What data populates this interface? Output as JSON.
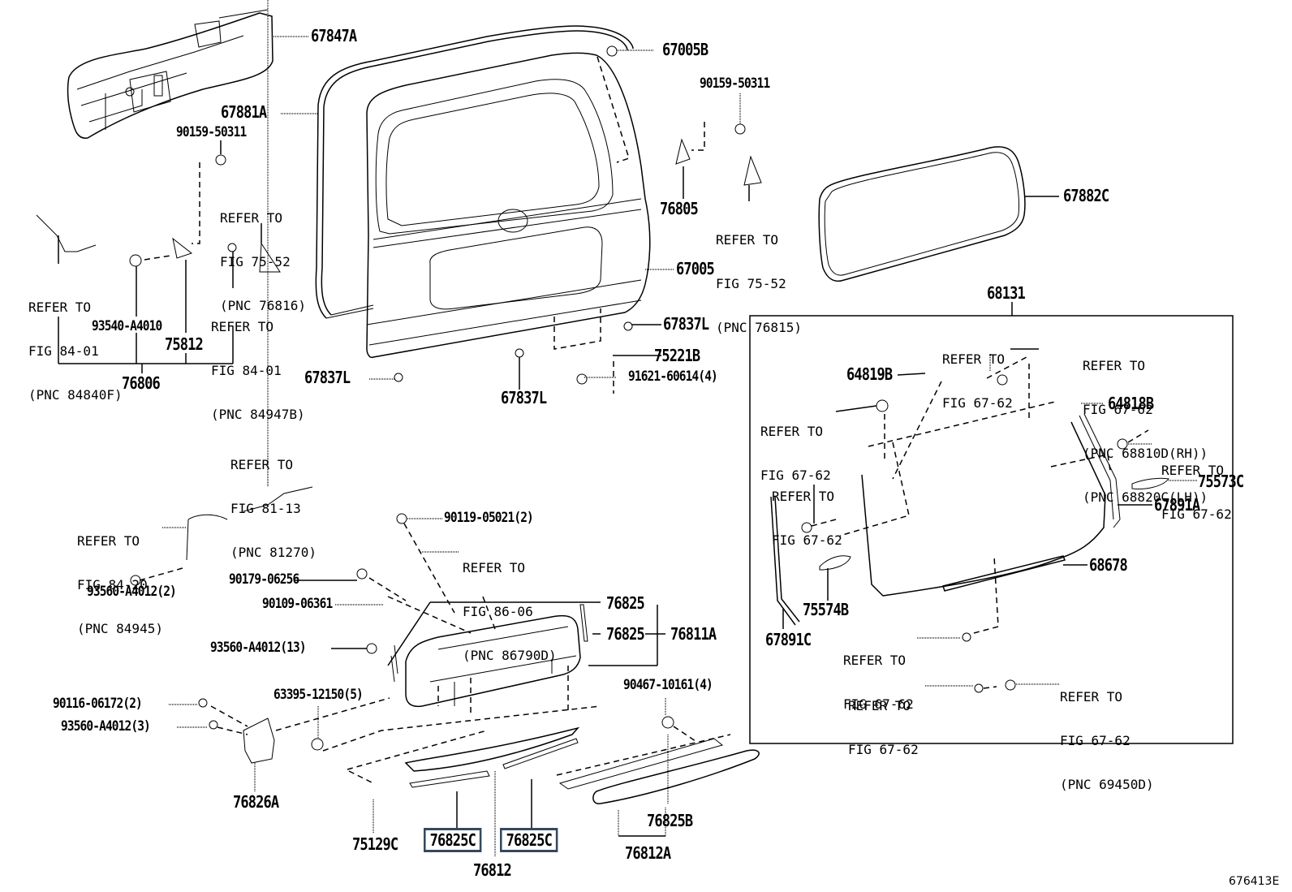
{
  "diagram": {
    "figure_id": "676413E",
    "parts": {
      "p67847A": "67847A",
      "p67881A": "67881A",
      "p90159_left": "90159-50311",
      "p67005B": "67005B",
      "p90159_right": "90159-50311",
      "p76805": "76805",
      "p67882C": "67882C",
      "p67005": "67005",
      "p68131": "68131",
      "p93540": "93540-A4010",
      "p75812": "75812",
      "p76806": "76806",
      "p67837L_a": "67837L",
      "p67837L_b": "67837L",
      "p67837L_c": "67837L",
      "p75221B": "75221B",
      "p91621": "91621-60614(4)",
      "p64819B": "64819B",
      "p64818B": "64818B",
      "p75573C": "75573C",
      "p67891A": "67891A",
      "p68678": "68678",
      "p75574B": "75574B",
      "p67891C": "67891C",
      "p90119": "90119-05021(2)",
      "p90179": "90179-06256",
      "p90109": "90109-06361",
      "p76825_a": "76825",
      "p76825_b": "76825",
      "p76811A": "76811A",
      "p93560_2": "93560-A4012(2)",
      "p93560_13": "93560-A4012(13)",
      "p90116": "90116-06172(2)",
      "p93560_3": "93560-A4012(3)",
      "p63395": "63395-12150(5)",
      "p76826A": "76826A",
      "p90467": "90467-10161(4)",
      "p76825B": "76825B",
      "p76812A": "76812A",
      "p75129C": "75129C",
      "p76825C_a": "76825C",
      "p76825C_b": "76825C",
      "p76812": "76812"
    },
    "references": {
      "r_75_52_76816": [
        "REFER TO",
        "FIG 75-52",
        "(PNC 76816)"
      ],
      "r_75_52_76815": [
        "REFER TO",
        "FIG 75-52",
        "(PNC 76815)"
      ],
      "r_84_01_84840F": [
        "REFER TO",
        "FIG 84-01",
        "(PNC 84840F)"
      ],
      "r_84_01_84947B": [
        "REFER TO",
        "FIG 84-01",
        "(PNC 84947B)"
      ],
      "r_81_13_81270": [
        "REFER TO",
        "FIG 81-13",
        "(PNC 81270)"
      ],
      "r_84_20_84945": [
        "REFER TO",
        "FIG 84-20",
        "(PNC 84945)"
      ],
      "r_86_06_86790D": [
        "REFER TO",
        "FIG 86-06",
        "(PNC 86790D)"
      ],
      "r_67_62_top": [
        "REFER TO",
        "FIG 67-62"
      ],
      "r_67_62_hinge": [
        "REFER TO",
        "FIG 67-62",
        "(PNC 68810D(RH))",
        "(PNC 68820C(LH))"
      ],
      "r_67_62_left1": [
        "REFER TO",
        "FIG 67-62"
      ],
      "r_67_62_left2": [
        "REFER TO",
        "FIG 67-62"
      ],
      "r_67_62_right": [
        "REFER TO",
        "FIG 67-62"
      ],
      "r_67_62_bottom1": [
        "REFER TO",
        "FIG 67-62"
      ],
      "r_67_62_bottom2": [
        "REFER TO",
        "FIG 67-62"
      ],
      "r_67_62_69450D": [
        "REFER TO",
        "FIG 67-62",
        "(PNC 69450D)"
      ]
    }
  }
}
